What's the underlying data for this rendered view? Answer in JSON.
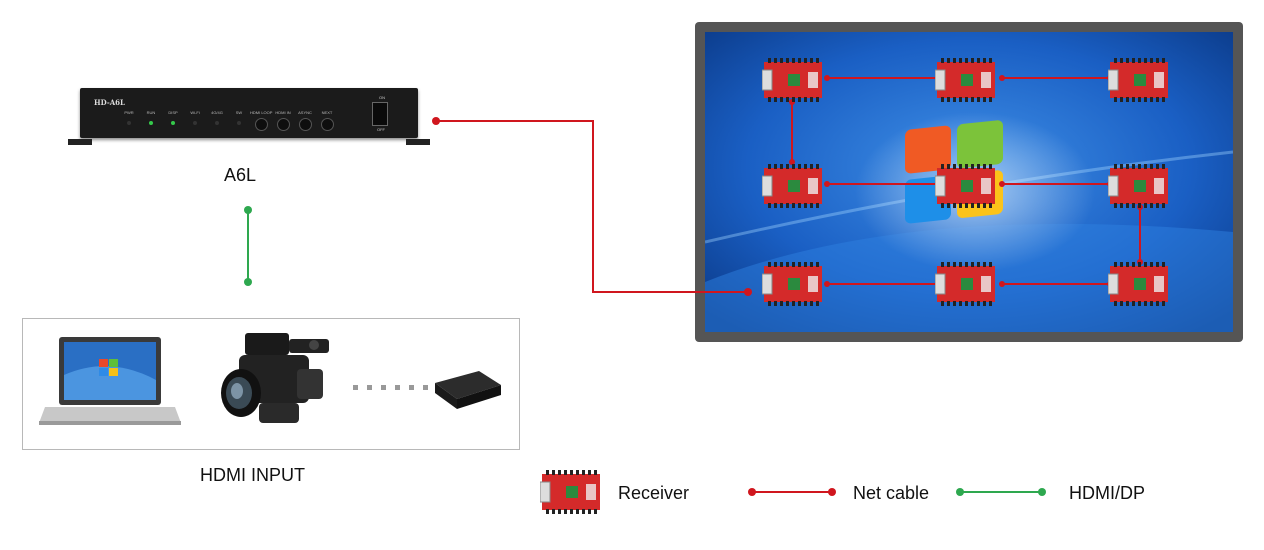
{
  "device": {
    "model": "HD-A6L",
    "caption": "A6L",
    "indicators": [
      "PWR",
      "RUN",
      "DISP",
      "Wi-Fi",
      "4G/4G",
      "SW"
    ],
    "buttons": [
      "HDMI LOOP",
      "HDMI IN",
      "ASYNC",
      "NEXT"
    ],
    "switch_on": "ON",
    "switch_off": "OFF"
  },
  "inputs": {
    "caption": "HDMI INPUT",
    "devices": [
      "laptop-icon",
      "camcorder-icon",
      "media-box-icon"
    ]
  },
  "legend": {
    "receiver": "Receiver",
    "net_cable": "Net cable",
    "hdmi": "HDMI/DP"
  },
  "colors": {
    "net_cable": "#d0161e",
    "hdmi": "#2ea84f",
    "screen_frame": "#555555",
    "receiver_board": "#d42a2a"
  }
}
